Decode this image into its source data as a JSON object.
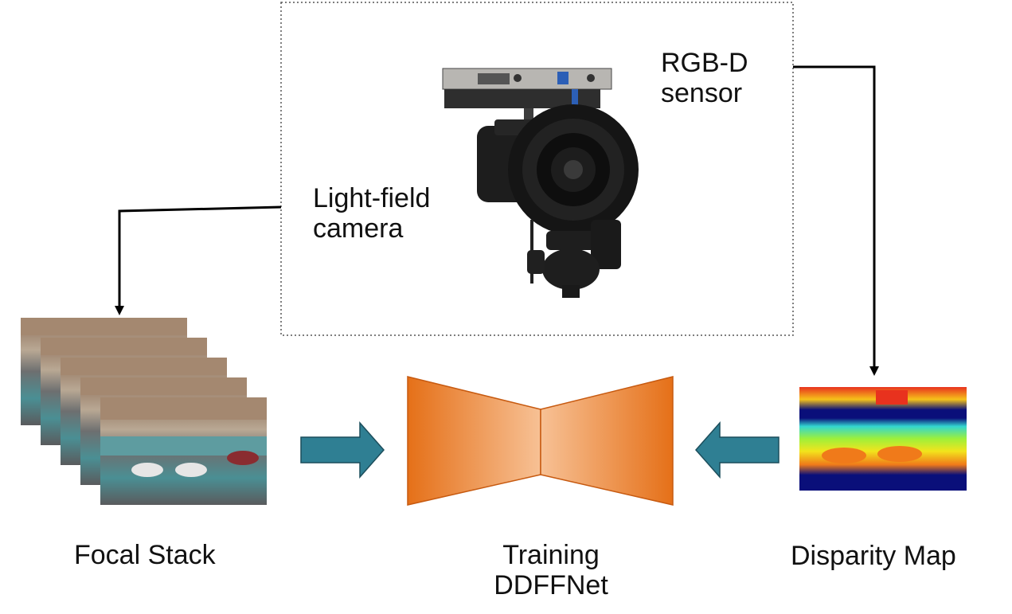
{
  "rig": {
    "rgbd_label_line1": "RGB-D",
    "rgbd_label_line2": "sensor",
    "lightfield_label_line1": "Light-field",
    "lightfield_label_line2": "camera"
  },
  "focal_stack": {
    "label": "Focal Stack"
  },
  "network": {
    "label_line1": "Training",
    "label_line2": "DDFFNet"
  },
  "disparity": {
    "label": "Disparity Map"
  },
  "colors": {
    "arrow_fill": "#2f7f93",
    "network_orange": "#e57018",
    "network_light": "#f7c195",
    "dotted_border": "#555555"
  }
}
